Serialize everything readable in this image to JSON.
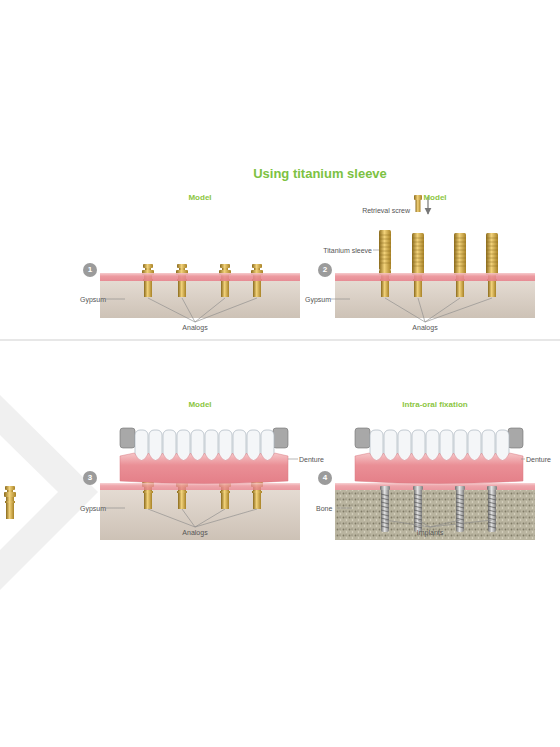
{
  "diagram": {
    "title": "Using titanium sleeve",
    "nodes": [
      {
        "text": [
          "1"
        ]
      },
      {
        "text": [
          "2"
        ]
      },
      {
        "text": [
          "3"
        ]
      },
      {
        "text": [
          "4"
        ]
      }
    ],
    "labels": [
      "Model",
      "Retrieval screw",
      "Model",
      "Titanium sleeve",
      "Gypsum",
      "Analogs",
      "Gypsum",
      "Analogs",
      "Model",
      "Intra-oral fixation",
      "Denture",
      "Gypsum",
      "Analogs",
      "Denture",
      "Bone",
      "Implants"
    ]
  }
}
